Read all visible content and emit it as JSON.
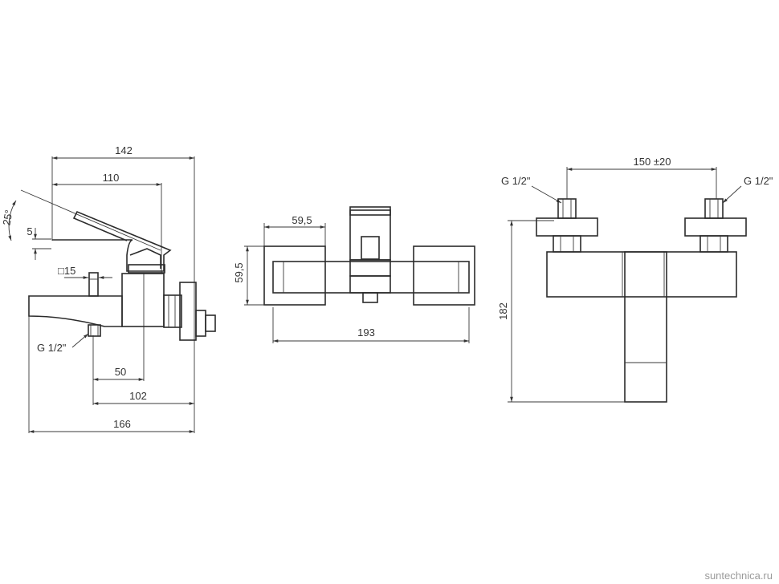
{
  "side_view": {
    "dim_total_height": "142",
    "dim_lever": "110",
    "dim_angle": "25°",
    "dim_offset": "5",
    "dim_square": "□15",
    "dim_thread": "G 1/2\"",
    "dim_spout": "50",
    "dim_depth": "102",
    "dim_total": "166"
  },
  "top_view": {
    "dim_width": "59,5",
    "dim_height": "59,5",
    "dim_total": "193"
  },
  "front_view": {
    "dim_spacing": "150 ±20",
    "dim_thread_left": "G 1/2\"",
    "dim_thread_right": "G 1/2\"",
    "dim_height": "182"
  },
  "watermark": "suntechnica.ru"
}
